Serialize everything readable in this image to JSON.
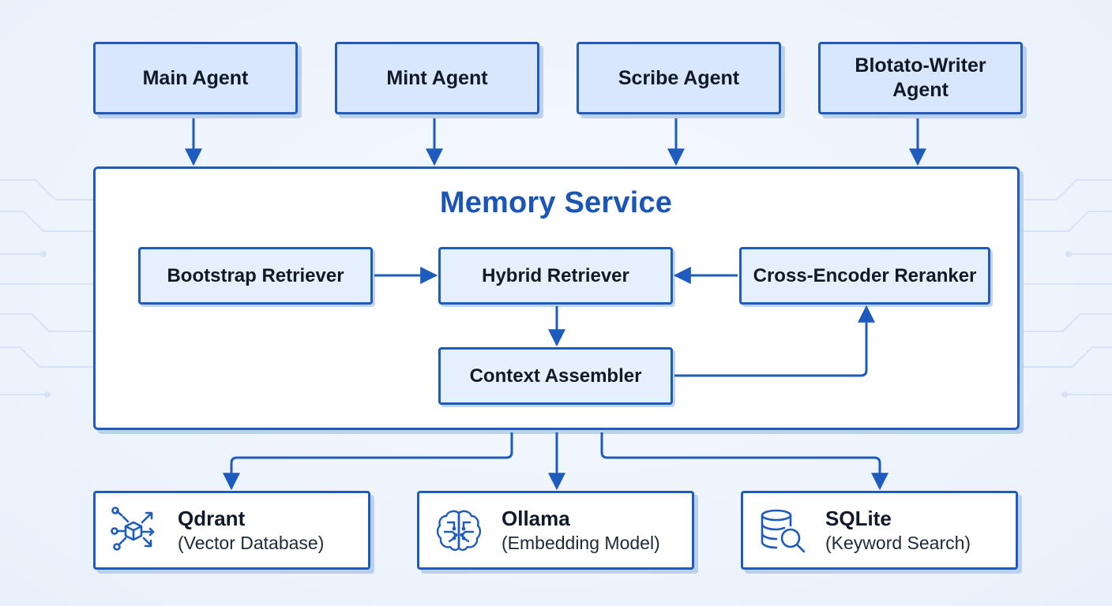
{
  "colors": {
    "accent": "#1e5bbf",
    "title": "#1a56b8",
    "agent_fill": "#d8e7fb",
    "component_fill": "#e6effc",
    "background": "#eef4fc"
  },
  "agents": [
    {
      "label": "Main Agent"
    },
    {
      "label": "Mint Agent"
    },
    {
      "label": "Scribe Agent"
    },
    {
      "label": "Blotato-Writer\nAgent"
    }
  ],
  "memory_service": {
    "title": "Memory Service",
    "components": {
      "bootstrap_retriever": "Bootstrap Retriever",
      "hybrid_retriever": "Hybrid Retriever",
      "cross_encoder_reranker": "Cross-Encoder Reranker",
      "context_assembler": "Context Assembler"
    }
  },
  "stores": [
    {
      "name": "Qdrant",
      "description": "(Vector Database)",
      "icon": "vector-network-icon"
    },
    {
      "name": "Ollama",
      "description": "(Embedding Model)",
      "icon": "brain-circuit-icon"
    },
    {
      "name": "SQLite",
      "description": "(Keyword Search)",
      "icon": "database-search-icon"
    }
  ]
}
